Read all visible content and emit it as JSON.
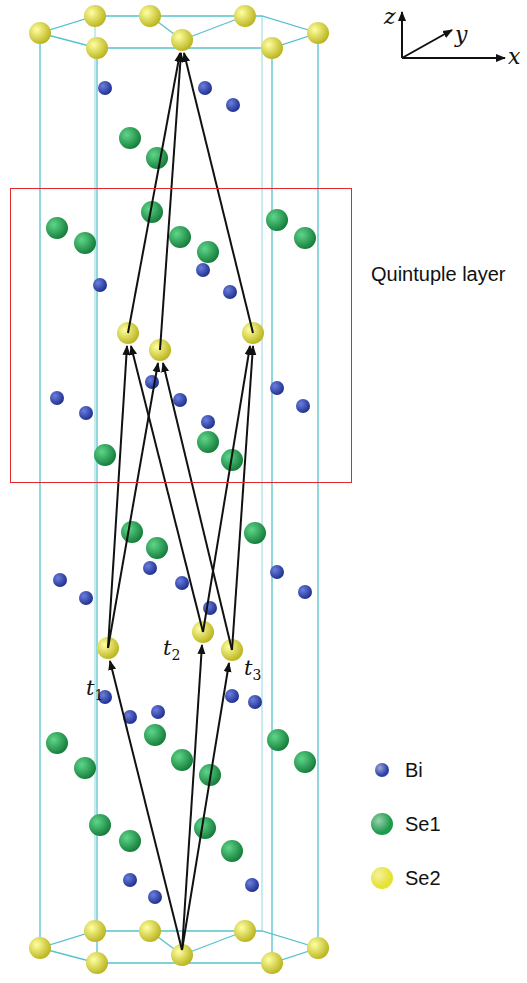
{
  "diagram": {
    "nodes": [
      {
        "text": [
          "Quintuple layer"
        ]
      }
    ],
    "labels": [
      "z",
      "y",
      "x",
      "t1",
      "t2",
      "t3"
    ],
    "legend": [
      {
        "text": "Bi",
        "color": "#2b3fa6"
      },
      {
        "text": "Se1",
        "color": "#1f9a4c"
      },
      {
        "text": "Se2",
        "color": "#e6e233"
      }
    ]
  }
}
